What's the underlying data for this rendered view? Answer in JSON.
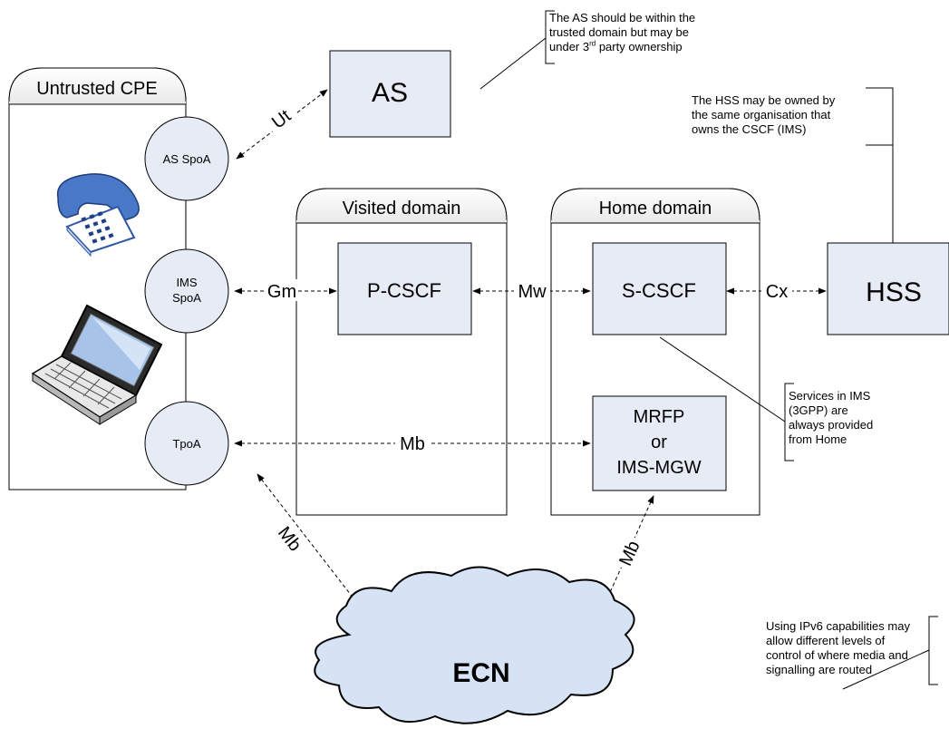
{
  "containers": {
    "untrusted_cpe": "Untrusted CPE",
    "visited_domain": "Visited domain",
    "home_domain": "Home domain"
  },
  "nodes": {
    "as": "AS",
    "hss": "HSS",
    "p_cscf": "P-CSCF",
    "s_cscf": "S-CSCF",
    "mrfp": [
      "MRFP",
      "or",
      "IMS-MGW"
    ],
    "ecn": "ECN",
    "as_spoa": "AS SpoA",
    "ims_spoa": [
      "IMS",
      "SpoA"
    ],
    "tpoa": "TpoA"
  },
  "interfaces": {
    "ut": "Ut",
    "gm": "Gm",
    "mw": "Mw",
    "cx": "Cx",
    "mb_tpoa_mrfp": "Mb",
    "mb_tpoa_ecn": "Mb",
    "mb_mrfp_ecn": "Mb"
  },
  "notes": {
    "as_note": {
      "line1": "The AS should be within the",
      "line2": "trusted domain but may be",
      "line3_pre": "under 3",
      "line3_sup": "rd",
      "line3_post": " party ownership"
    },
    "hss_note": [
      "The HSS may be owned by",
      "the same organisation that",
      "owns the CSCF (IMS)"
    ],
    "services_note": [
      "Services in IMS",
      "(3GPP) are",
      "always provided",
      "from Home"
    ],
    "ipv6_note": [
      "Using IPv6 capabilities may",
      "allow different levels of",
      "control of where media and",
      "signalling are routed"
    ]
  },
  "icons": [
    "telephone-icon",
    "laptop-icon",
    "cloud-icon"
  ],
  "colors": {
    "box_fill": "#e6ebf5",
    "cloud_fill": "#d5e3f5",
    "phone_blue": "#4a78c8",
    "container_header": "#f4f4f4",
    "line": "#000000"
  }
}
